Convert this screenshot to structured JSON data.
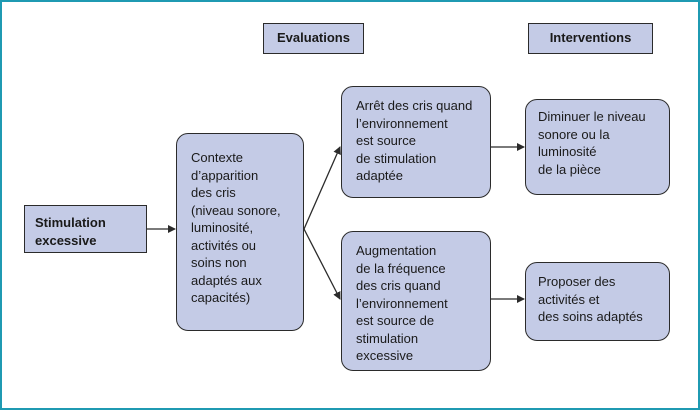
{
  "headers": {
    "evaluations": "Evaluations",
    "interventions": "Interventions"
  },
  "nodes": {
    "stimulation": "Stimulation\nexcessive",
    "contexte": "Contexte\nd’apparition\ndes cris\n(niveau sonore,\nluminosité,\nactivités ou\nsoins non\nadaptés aux\ncapacités)",
    "arret": "Arrêt des cris quand\nl’environnement\nest source\nde stimulation\nadaptée",
    "augmentation": "Augmentation\nde la fréquence\ndes cris quand\nl’environnement\nest source de\nstimulation\nexcessive",
    "diminuer": "Diminuer le niveau\nsonore ou la\nluminosité\nde la pièce",
    "proposer": "Proposer des\nactivités et\ndes soins adaptés"
  },
  "colors": {
    "box_fill": "#c4cbe6",
    "frame_border": "#1f9ab2",
    "stroke": "#2b2b2b"
  }
}
